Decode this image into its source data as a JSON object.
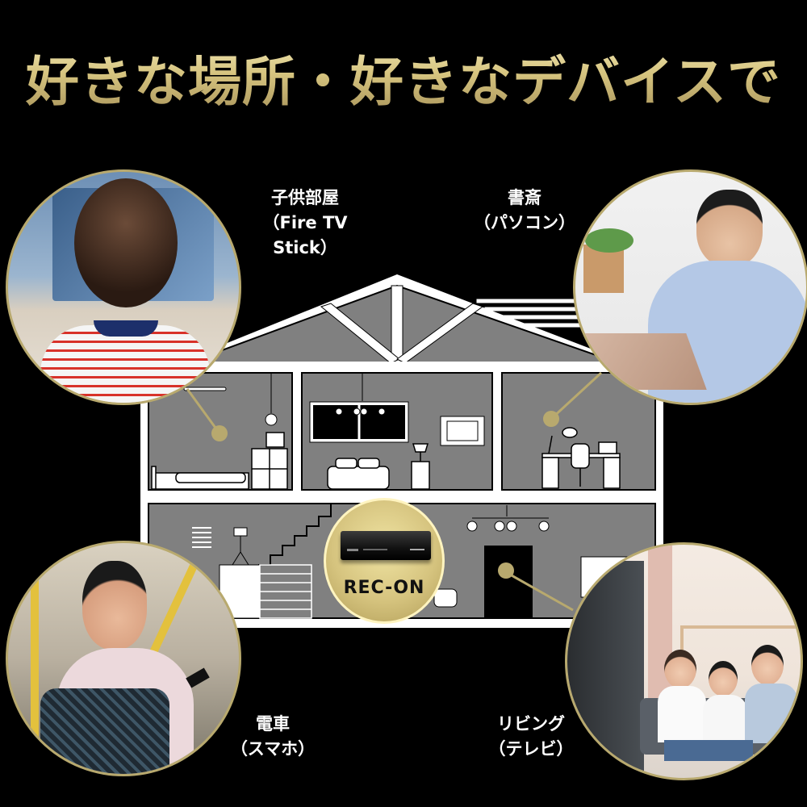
{
  "title": "好きな場所・好きなデバイスで",
  "colors": {
    "background": "#000000",
    "title_gold": "#d6c47f",
    "circle_border": "#b8a96e",
    "connector_gold": "#b8a96e",
    "house_wall": "#808080",
    "house_frame": "#ffffff"
  },
  "locations": [
    {
      "id": "kids-room",
      "room": "子供部屋",
      "device": "（Fire TV Stick）"
    },
    {
      "id": "study",
      "room": "書斎",
      "device": "（パソコン）"
    },
    {
      "id": "train",
      "room": "電車",
      "device": "（スマホ）"
    },
    {
      "id": "living",
      "room": "リビング",
      "device": "（テレビ）"
    }
  ],
  "product": {
    "name": "REC-ON"
  }
}
